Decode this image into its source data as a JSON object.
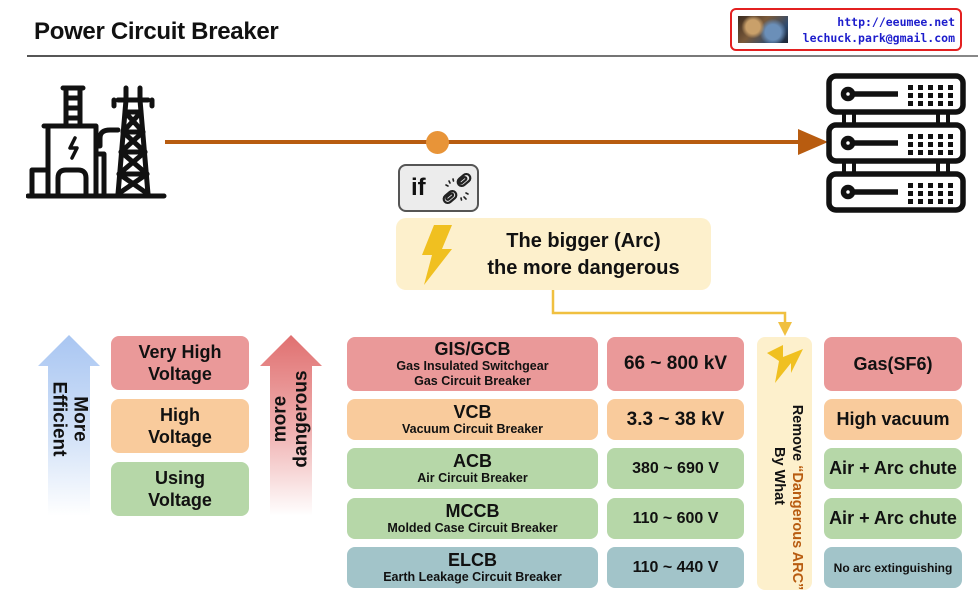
{
  "header": {
    "title": "Power Circuit Breaker",
    "logo": {
      "url": "http://eeumee.net",
      "email": "lechuck.park@gmail.com"
    }
  },
  "flow": {
    "source_icon": "power-plant-icon",
    "target_icon": "server-rack-icon",
    "condition_label": "if",
    "condition_icon": "broken-link-icon",
    "warning_icon": "lightning-bolt-icon",
    "warning_lines": [
      "The bigger (Arc)",
      "the more dangerous"
    ]
  },
  "scales": {
    "efficient_label": "More Efficient",
    "dangerous_label": "more dangerous"
  },
  "voltage_levels": [
    {
      "label": "Very High Voltage",
      "line1": "Very High",
      "line2": "Voltage",
      "color": "#ea9999"
    },
    {
      "label": "High Voltage",
      "line1": "High",
      "line2": "Voltage",
      "color": "#f9cb9c"
    },
    {
      "label": "Using Voltage",
      "line1": "Using",
      "line2": "Voltage",
      "color": "#b6d7a8"
    }
  ],
  "breakers": [
    {
      "abbr": "GIS/GCB",
      "names": [
        "Gas Insulated Switchgear",
        "Gas Circuit Breaker"
      ],
      "range": "66 ~ 800 kV",
      "medium": "Gas(SF6)",
      "color": "#ea9999"
    },
    {
      "abbr": "VCB",
      "names": [
        "Vacuum Circuit Breaker"
      ],
      "range": "3.3 ~ 38 kV",
      "medium": "High vacuum",
      "color": "#f9cb9c"
    },
    {
      "abbr": "ACB",
      "names": [
        "Air Circuit Breaker"
      ],
      "range": "380 ~ 690 V",
      "medium": "Air + Arc chute",
      "color": "#b6d7a8"
    },
    {
      "abbr": "MCCB",
      "names": [
        "Molded Case Circuit Breaker"
      ],
      "range": "110 ~ 600 V",
      "medium": "Air + Arc chute",
      "color": "#b6d7a8"
    },
    {
      "abbr": "ELCB",
      "names": [
        "Earth Leakage Circuit Breaker"
      ],
      "range": "110 ~ 440 V",
      "medium": "No arc extinguishing",
      "color": "#a2c4c9"
    }
  ],
  "remove_arc": {
    "icon": "lightning-bolt-icon",
    "prefix": "Remove ",
    "accent": "“Dangerous ARC”",
    "suffix": "By What"
  },
  "colors": {
    "flow_line": "#b85c10",
    "flow_dot": "#e89438",
    "warning_bg": "#fdf0cc",
    "bolt": "#f0c020",
    "connector": "#f0c040",
    "logo_border": "#e32020",
    "logo_text": "#1d1dcc"
  }
}
